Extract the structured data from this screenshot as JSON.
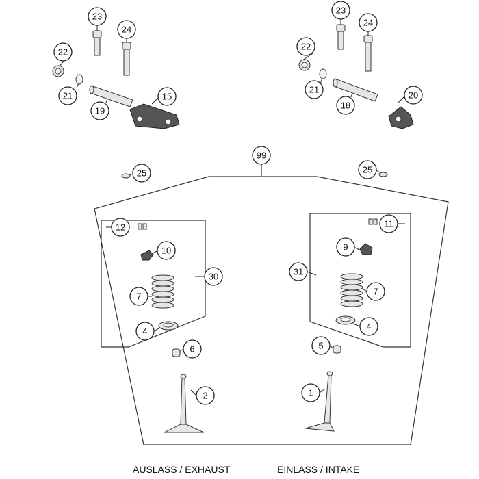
{
  "callouts": {
    "c1": "1",
    "c2": "2",
    "c4a": "4",
    "c4b": "4",
    "c5": "5",
    "c6": "6",
    "c7a": "7",
    "c7b": "7",
    "c9": "9",
    "c10": "10",
    "c11": "11",
    "c12": "12",
    "c15": "15",
    "c18": "18",
    "c19": "19",
    "c20": "20",
    "c21a": "21",
    "c21b": "21",
    "c22a": "22",
    "c22b": "22",
    "c23a": "23",
    "c23b": "23",
    "c24a": "24",
    "c24b": "24",
    "c25a": "25",
    "c25b": "25",
    "c30": "30",
    "c31": "31",
    "c99": "99"
  },
  "captions": {
    "exhaust": "AUSLASS / EXHAUST",
    "intake": "EINLASS / INTAKE"
  }
}
